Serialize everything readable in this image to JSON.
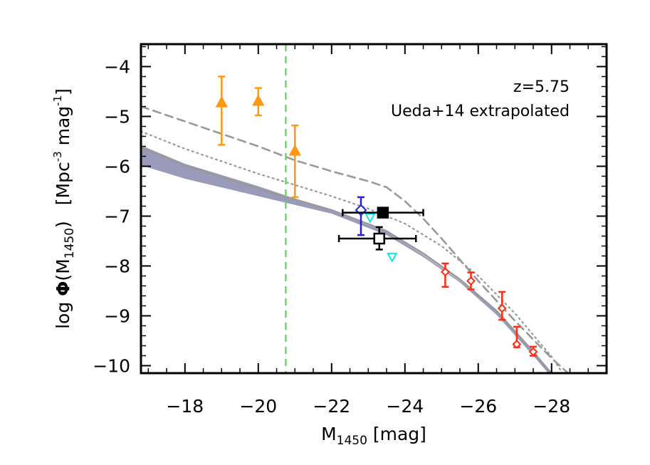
{
  "chart_data": {
    "type": "scatter",
    "xlabel": {
      "main": "M",
      "sub": "1450",
      "unit": " [mag]"
    },
    "ylabel": {
      "pre": "log ",
      "phi": "Φ",
      "paren_open": "(M",
      "sub": "1450",
      "paren_close": ")",
      "unit_open": "[Mpc",
      "unit_exp1": "-3",
      "unit_mid": " mag",
      "unit_exp2": "-1",
      "unit_close": "]"
    },
    "xlim": [
      -16.8,
      -29.5
    ],
    "ylim": [
      -10.15,
      -3.55
    ],
    "x_ticks": [
      -18,
      -20,
      -22,
      -24,
      -26,
      -28
    ],
    "x_tick_labels": [
      "−18",
      "−20",
      "−22",
      "−24",
      "−26",
      "−28"
    ],
    "y_ticks": [
      -4,
      -5,
      -6,
      -7,
      -8,
      -9,
      -10
    ],
    "y_tick_labels": [
      "−4",
      "−5",
      "−6",
      "−7",
      "−8",
      "−9",
      "−10"
    ],
    "x_minor_step": 0.5,
    "y_minor_step": 0.2,
    "annotations": [
      "z=5.75",
      "Ueda+14 extrapolated"
    ],
    "vertical_line": {
      "x": -20.75,
      "color": "#7ccf7c",
      "style": "dashed"
    },
    "model_band": {
      "color": "#9a9abb",
      "x": [
        -16.8,
        -18,
        -20,
        -22,
        -23.5,
        -24.5,
        -25.5,
        -26.5,
        -27.5,
        -28.2
      ],
      "upper": [
        -5.58,
        -5.95,
        -6.4,
        -6.9,
        -7.32,
        -7.78,
        -8.3,
        -8.9,
        -9.7,
        -10.3
      ],
      "lower": [
        -5.98,
        -6.25,
        -6.6,
        -6.95,
        -7.38,
        -7.82,
        -8.33,
        -8.98,
        -9.8,
        -10.4
      ]
    },
    "series": [
      {
        "style": "solid",
        "color": "#999999",
        "x": [
          -16.8,
          -18,
          -20,
          -22,
          -23.5,
          -24.5,
          -25.5,
          -26.5,
          -27.5,
          -28.2
        ],
        "y": [
          -5.62,
          -5.98,
          -6.45,
          -6.88,
          -7.3,
          -7.75,
          -8.27,
          -8.9,
          -9.72,
          -10.35
        ]
      },
      {
        "style": "dotted",
        "color": "#999999",
        "x": [
          -16.8,
          -18,
          -20,
          -22,
          -23,
          -24,
          -25,
          -26,
          -27,
          -28,
          -28.3
        ],
        "y": [
          -5.3,
          -5.65,
          -6.15,
          -6.6,
          -6.85,
          -7.15,
          -7.6,
          -8.2,
          -8.95,
          -9.82,
          -10.15
        ]
      },
      {
        "style": "dashed",
        "color": "#999999",
        "x": [
          -16.8,
          -18,
          -20,
          -21,
          -22,
          -23,
          -23.5,
          -24,
          -24.5,
          -25,
          -26,
          -27,
          -28,
          -28.6
        ],
        "y": [
          -4.8,
          -5.1,
          -5.6,
          -5.88,
          -6.1,
          -6.3,
          -6.42,
          -6.7,
          -7.05,
          -7.45,
          -8.3,
          -9.1,
          -9.85,
          -10.25
        ]
      }
    ],
    "points": [
      {
        "marker": "triangle-up",
        "color": "#ff9910",
        "filled": true,
        "x": -19.0,
        "y": -4.73,
        "yerr": [
          -5.57,
          -4.2
        ]
      },
      {
        "marker": "triangle-up",
        "color": "#ff9910",
        "filled": true,
        "x": -20.0,
        "y": -4.7,
        "yerr": [
          -4.98,
          -4.43
        ]
      },
      {
        "marker": "triangle-up",
        "color": "#ff9910",
        "filled": true,
        "x": -21.0,
        "y": -5.7,
        "yerr": [
          -6.62,
          -5.18
        ]
      },
      {
        "marker": "diamond",
        "color": "#2121d8",
        "filled": false,
        "x": -22.8,
        "y": -6.88,
        "yerr": [
          -7.38,
          -6.62
        ]
      },
      {
        "marker": "triangle-down",
        "color": "#10e6e6",
        "filled": false,
        "x": -23.05,
        "y": -7.03
      },
      {
        "marker": "triangle-down",
        "color": "#10e6e6",
        "filled": false,
        "x": -23.65,
        "y": -7.82
      },
      {
        "marker": "square",
        "color": "#000000",
        "filled": true,
        "x": -23.4,
        "y": -6.93,
        "xerr": [
          -22.3,
          -24.5
        ],
        "yerr": [
          -7.0,
          -6.86
        ]
      },
      {
        "marker": "square",
        "color": "#000000",
        "filled": false,
        "x": -23.3,
        "y": -7.45,
        "xerr": [
          -22.2,
          -24.3
        ],
        "yerr": [
          -7.67,
          -7.22
        ]
      },
      {
        "marker": "diamond",
        "color": "#ff2a10",
        "filled": false,
        "x": -25.1,
        "y": -8.12,
        "yerr": [
          -8.42,
          -7.95
        ]
      },
      {
        "marker": "diamond",
        "color": "#ff2a10",
        "filled": false,
        "x": -25.8,
        "y": -8.3,
        "yerr": [
          -8.47,
          -8.13
        ]
      },
      {
        "marker": "diamond",
        "color": "#ff2a10",
        "filled": false,
        "x": -26.65,
        "y": -8.85,
        "yerr": [
          -9.08,
          -8.52
        ]
      },
      {
        "marker": "diamond",
        "color": "#ff2a10",
        "filled": false,
        "x": -27.05,
        "y": -9.57,
        "yerr": [
          -9.63,
          -9.22
        ]
      },
      {
        "marker": "diamond",
        "color": "#ff2a10",
        "filled": false,
        "x": -27.5,
        "y": -9.72,
        "yerr": [
          -9.8,
          -9.62
        ]
      }
    ]
  }
}
